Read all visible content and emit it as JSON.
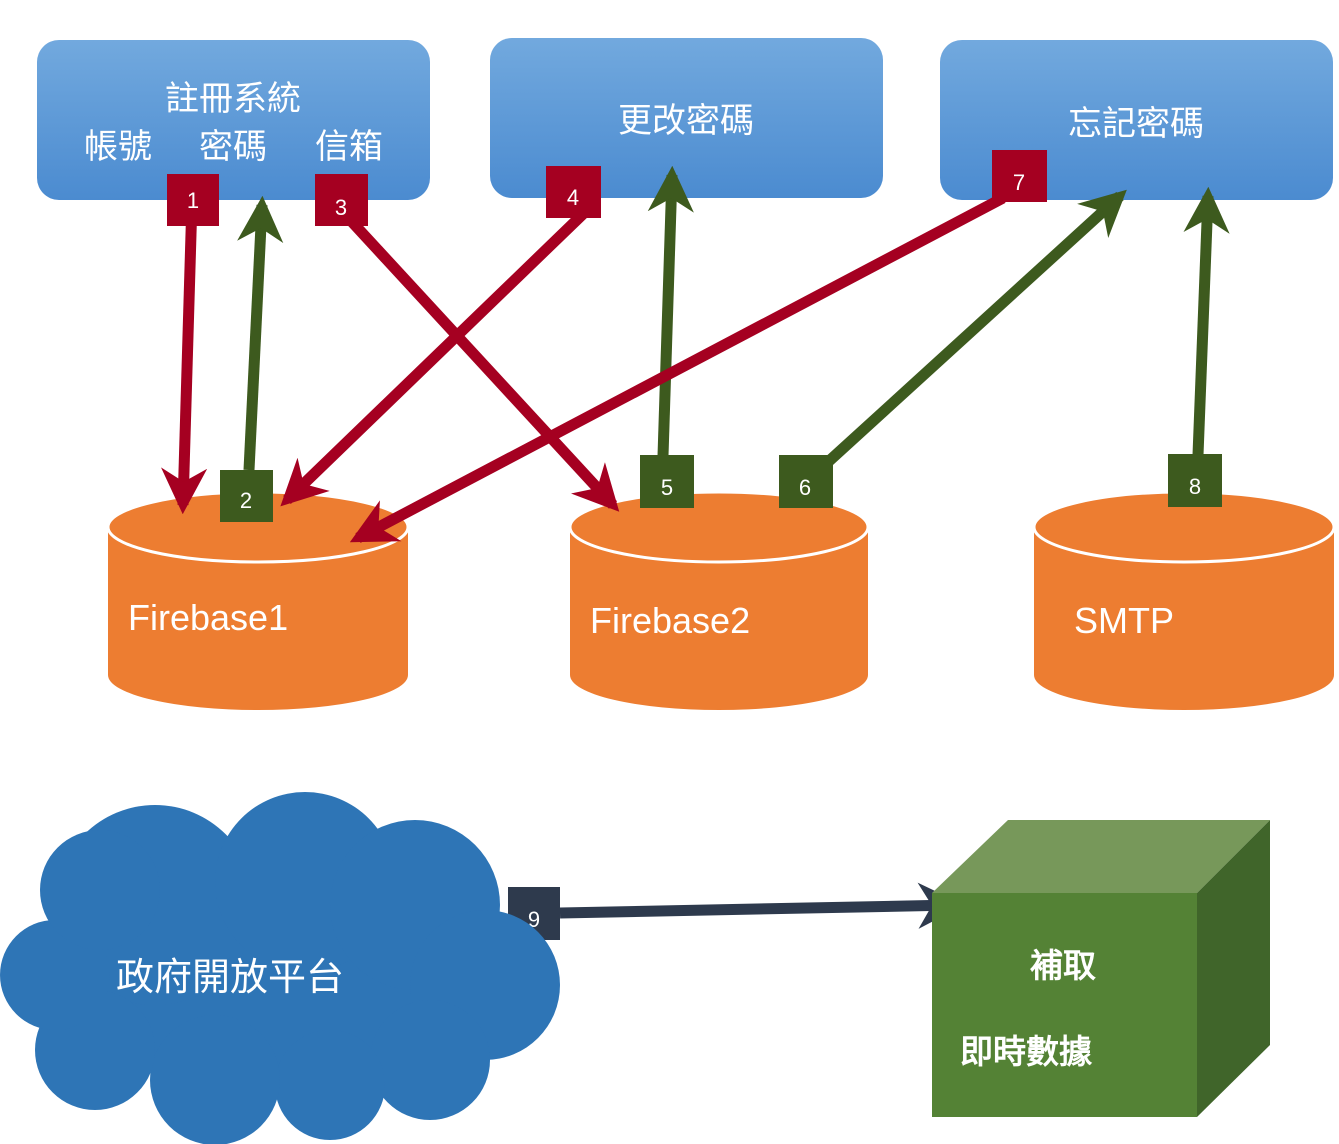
{
  "boxes": {
    "register": {
      "title": "註冊系統",
      "fields": [
        "帳號",
        "密碼",
        "信箱"
      ]
    },
    "change_password": {
      "title": "更改密碼"
    },
    "forgot_password": {
      "title": "忘記密碼"
    }
  },
  "databases": {
    "firebase1": "Firebase1",
    "firebase2": "Firebase2",
    "smtp": "SMTP"
  },
  "steps": [
    "1",
    "2",
    "3",
    "4",
    "5",
    "6",
    "7",
    "8",
    "9"
  ],
  "cloud": {
    "label": "政府開放平台"
  },
  "cube": {
    "line1": "補取",
    "line2": "即時數據"
  },
  "colors": {
    "box_blue": "#5b9bd5",
    "db_orange": "#ed7d31",
    "red_arrow": "#a50021",
    "green_arrow": "#3d5a1e",
    "dark_arrow": "#2e3a4d",
    "cloud_blue": "#2e75b6",
    "cube_green": "#548235"
  }
}
